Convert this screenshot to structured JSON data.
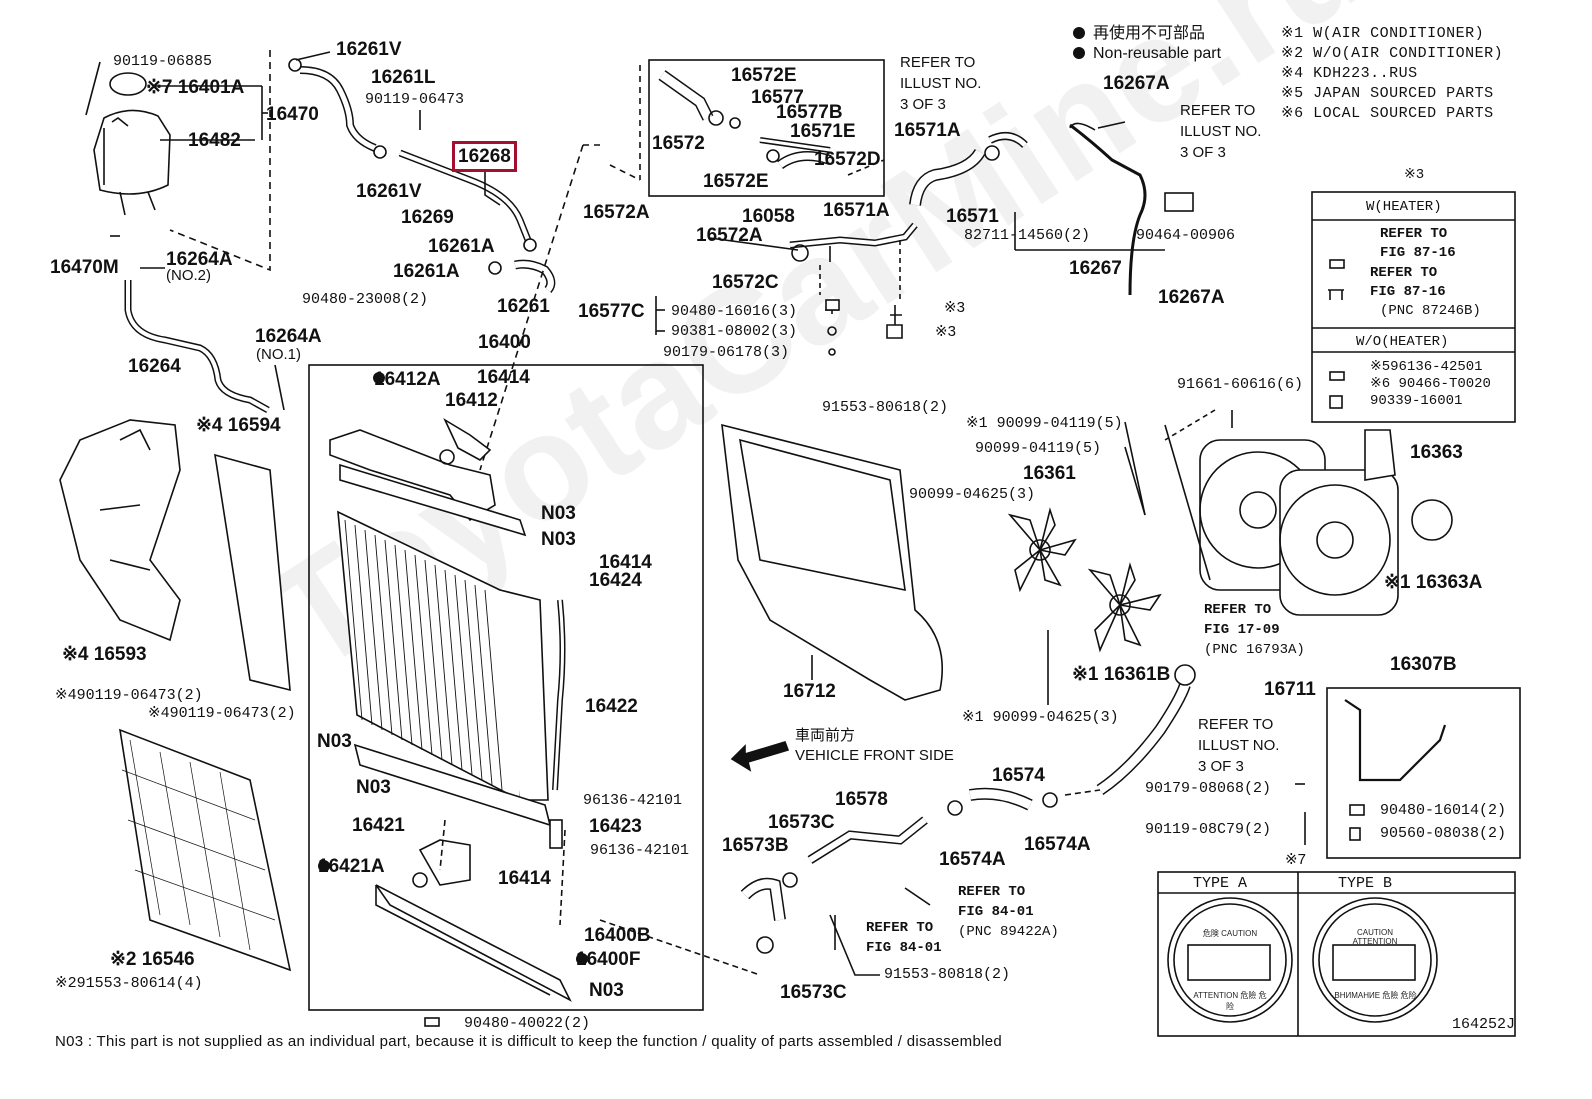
{
  "watermark": "ToyotaCarMine.ru",
  "legend": {
    "jp": "再使用不可部品",
    "en": "Non-reusable part"
  },
  "notes": [
    "※1  W(AIR CONDITIONER)",
    "※2  W/O(AIR CONDITIONER)",
    "※4 KDH223..RUS",
    "※5 JAPAN SOURCED PARTS",
    "※6 LOCAL SOURCED PARTS"
  ],
  "heater_box": {
    "marker": "※3",
    "w_title": "W(HEATER)",
    "w_ref1": "REFER TO",
    "w_fig1": "FIG 87-16",
    "w_ref2": "REFER TO",
    "w_fig2": "FIG 87-16",
    "w_pnc": "(PNC 87246B)",
    "wo_title": "W/O(HEATER)",
    "wo_line1": "※596136-42501",
    "wo_line2": "※6 90466-T0020",
    "wo_line3": "90339-16001"
  },
  "type_box": {
    "a": "TYPE A",
    "b": "TYPE B",
    "a_top": "危険 CAUTION",
    "a_bot": "ATTENTION 危險 危险",
    "b_top": "CAUTION ATTENTION",
    "b_bot": "BHИMAHИE 危險 危险"
  },
  "parts": {
    "p90119_06885": "90119-06885",
    "p16401A": "※7 16401A",
    "p16470": "16470",
    "p16482": "16482",
    "p16261V_top": "16261V",
    "p16261L": "16261L",
    "p90119_06473a": "90119-06473",
    "p16268": "16268",
    "p16261V_b": "16261V",
    "p16269": "16269",
    "p16261A_1": "16261A",
    "p16261A_2": "16261A",
    "p16261": "16261",
    "p16470M": "16470M",
    "p16264A_2": "16264A",
    "p16264A_2n": "(NO.2)",
    "p16264": "16264",
    "p16264A_1": "16264A",
    "p16264A_1n": "(NO.1)",
    "p16594": "※4 16594",
    "p16593": "※4 16593",
    "p90119_06473b": "※490119-06473(2)",
    "p90119_06473c": "※490119-06473(2)",
    "p16546": "※2 16546",
    "p91553_80614": "※291553-80614(4)",
    "p16572E_a": "16572E",
    "p16577": "16577",
    "p16577B": "16577B",
    "p16571E": "16571E",
    "p16572": "16572",
    "p16572D": "16572D",
    "p16572E_b": "16572E",
    "p16572A_a": "16572A",
    "p16058": "16058",
    "p16571A_a": "16571A",
    "p16572A_b": "16572A",
    "p16572C": "16572C",
    "p16577C": "16577C",
    "p90480_16016": "90480-16016(3)",
    "p90381_08002": "90381-08002(3)",
    "p90179_06178": "90179-06178(3)",
    "p90480_23008": "90480-23008(2)",
    "p16400": "16400",
    "p16412A": "16412A",
    "p16414_a": "16414",
    "p16412": "16412",
    "pN03_a": "N03",
    "pN03_b": "N03",
    "p16414_b": "16414",
    "p16424": "16424",
    "p16422": "16422",
    "pN03_c": "N03",
    "pN03_d": "N03",
    "p96136_42101a": "96136-42101",
    "p16423": "16423",
    "p96136_42101b": "96136-42101",
    "p16421": "16421",
    "p16421A": "16421A",
    "p16414_c": "16414",
    "p16400B": "16400B",
    "p16400F": "16400F",
    "pN03_e": "N03",
    "p90480_40022": "90480-40022(2)",
    "p91553_80618": "91553-80618(2)",
    "p90099_04119a": "※1 90099-04119(5)",
    "p90099_04119b": "90099-04119(5)",
    "p16361": "16361",
    "p90099_04625a": "90099-04625(3)",
    "p16712": "16712",
    "p16361B": "※1 16361B",
    "p90099_04625b": "※1 90099-04625(3)",
    "p16571A_b": "16571A",
    "p16571": "16571",
    "p82711_14560": "82711-14560(2)",
    "p16267": "16267",
    "p90464_00906": "90464-00906",
    "p16267A_a": "16267A",
    "p16267A_b": "16267A",
    "p_mark3a": "※3",
    "p_mark3b": "※3",
    "p91661_60616": "91661-60616(6)",
    "p16363": "16363",
    "p16363A": "※1 16363A",
    "p16711": "16711",
    "p16307B": "16307B",
    "p90480_16014": "90480-16014(2)",
    "p90560_08038": "90560-08038(2)",
    "p90179_08068": "90179-08068(2)",
    "p90119_08C79": "90119-08C79(2)",
    "p_mark7": "※7",
    "p16574": "16574",
    "p16574A_a": "16574A",
    "p16574A_b": "16574A",
    "p16578": "16578",
    "p16573C_a": "16573C",
    "p16573B": "16573B",
    "p16573C_b": "16573C",
    "p91553_80818": "91553-80818(2)"
  },
  "refs": {
    "r1_a": "REFER TO",
    "r1_b": "ILLUST NO.",
    "r1_c": "3 OF 3",
    "r2_a": "REFER TO",
    "r2_b": "ILLUST NO.",
    "r2_c": "3 OF 3",
    "r3_a": "REFER TO",
    "r3_b": "FIG 17-09",
    "r3_c": "(PNC 16793A)",
    "r4_a": "REFER TO",
    "r4_b": "ILLUST NO.",
    "r4_c": "3 OF 3",
    "r5_a": "REFER TO",
    "r5_b": "FIG 84-01",
    "r5_c": "(PNC 89422A)",
    "r6_a": "REFER TO",
    "r6_b": "FIG 84-01"
  },
  "vehicle_front": {
    "jp": "車両前方",
    "en": "VEHICLE FRONT SIDE"
  },
  "footer": "N03 : This part is not supplied as an individual part, because it is difficult to keep the function / quality of parts assembled / disassembled",
  "illustration_code": "164252J",
  "colors": {
    "highlight": "#a3102f",
    "ink": "#111111"
  }
}
